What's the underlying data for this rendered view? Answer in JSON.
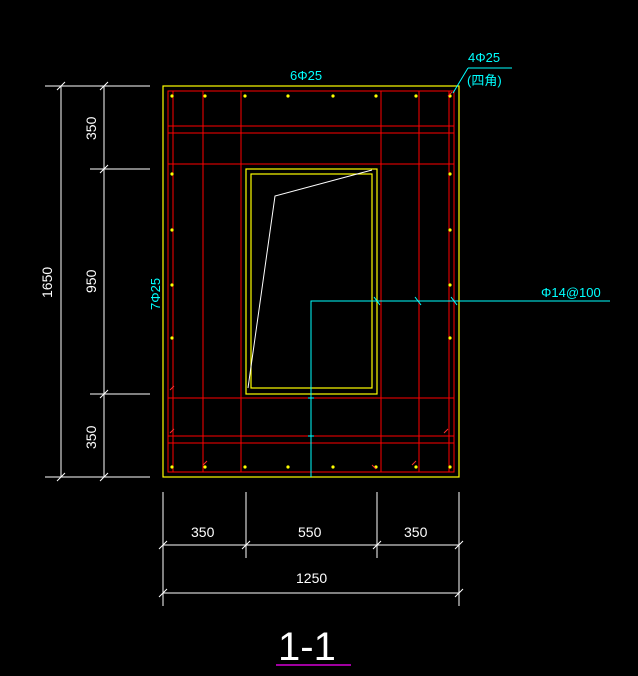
{
  "labels": {
    "top_bars": "6Φ25",
    "corner_bars": "4Φ25",
    "corner_note": "(四角)",
    "side_bars": "7Φ25",
    "stirrups": "Φ14@100",
    "section_title": "1-1"
  },
  "dimensions": {
    "left_total": "1650",
    "left_top": "350",
    "left_mid": "950",
    "left_bottom": "350",
    "bottom_left": "350",
    "bottom_mid": "550",
    "bottom_right": "350",
    "bottom_total": "1250"
  },
  "colors": {
    "rebar": "#ff0000",
    "outline": "#ffff00",
    "annotation": "#00ffff",
    "dimension": "#ffffff",
    "title_underline": "#ff00ff"
  }
}
